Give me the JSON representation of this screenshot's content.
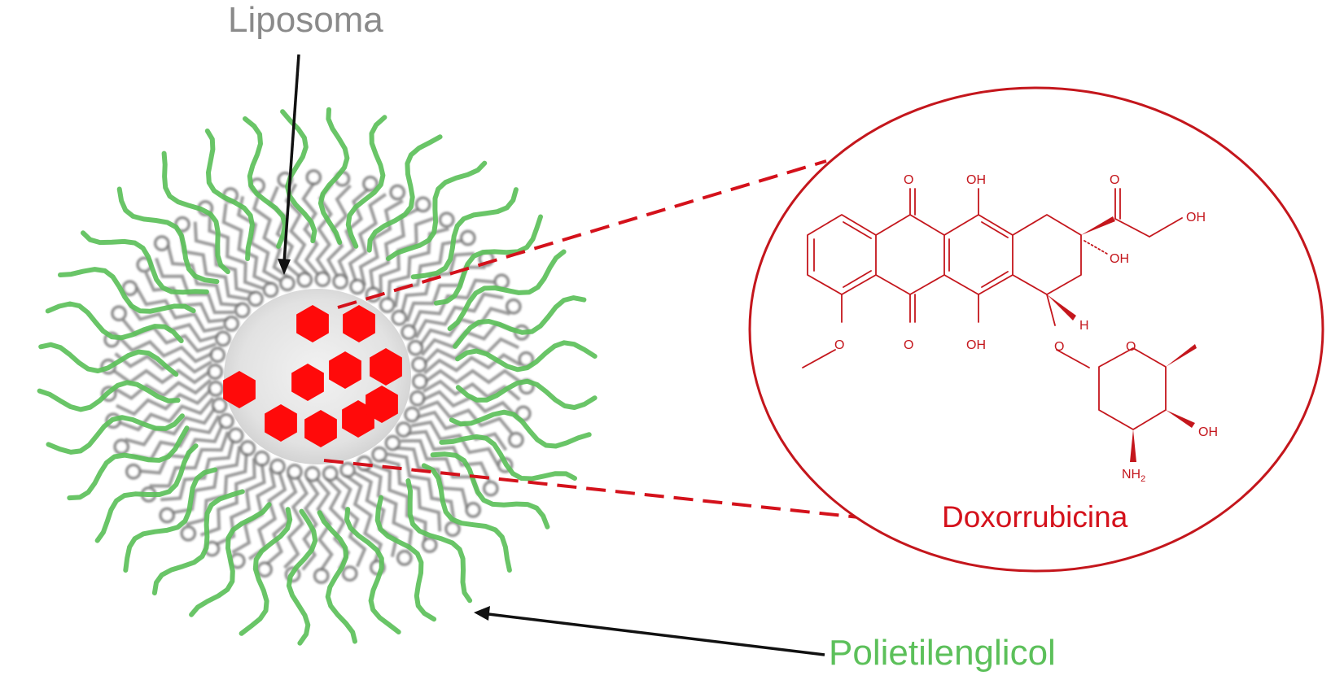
{
  "labels": {
    "liposome": "Liposoma",
    "peg": "Polietilenglicol",
    "drug": "Doxorrubicina"
  },
  "molecule_atoms": {
    "oh": "OH",
    "o": "O",
    "h": "H",
    "nh": "NH",
    "sub2": "2"
  },
  "colors": {
    "liposome_label": "#8a8a8a",
    "peg": "#5cc05a",
    "drug": "#d4111b",
    "membrane": "#7a7a7a",
    "arrow": "#111111"
  }
}
